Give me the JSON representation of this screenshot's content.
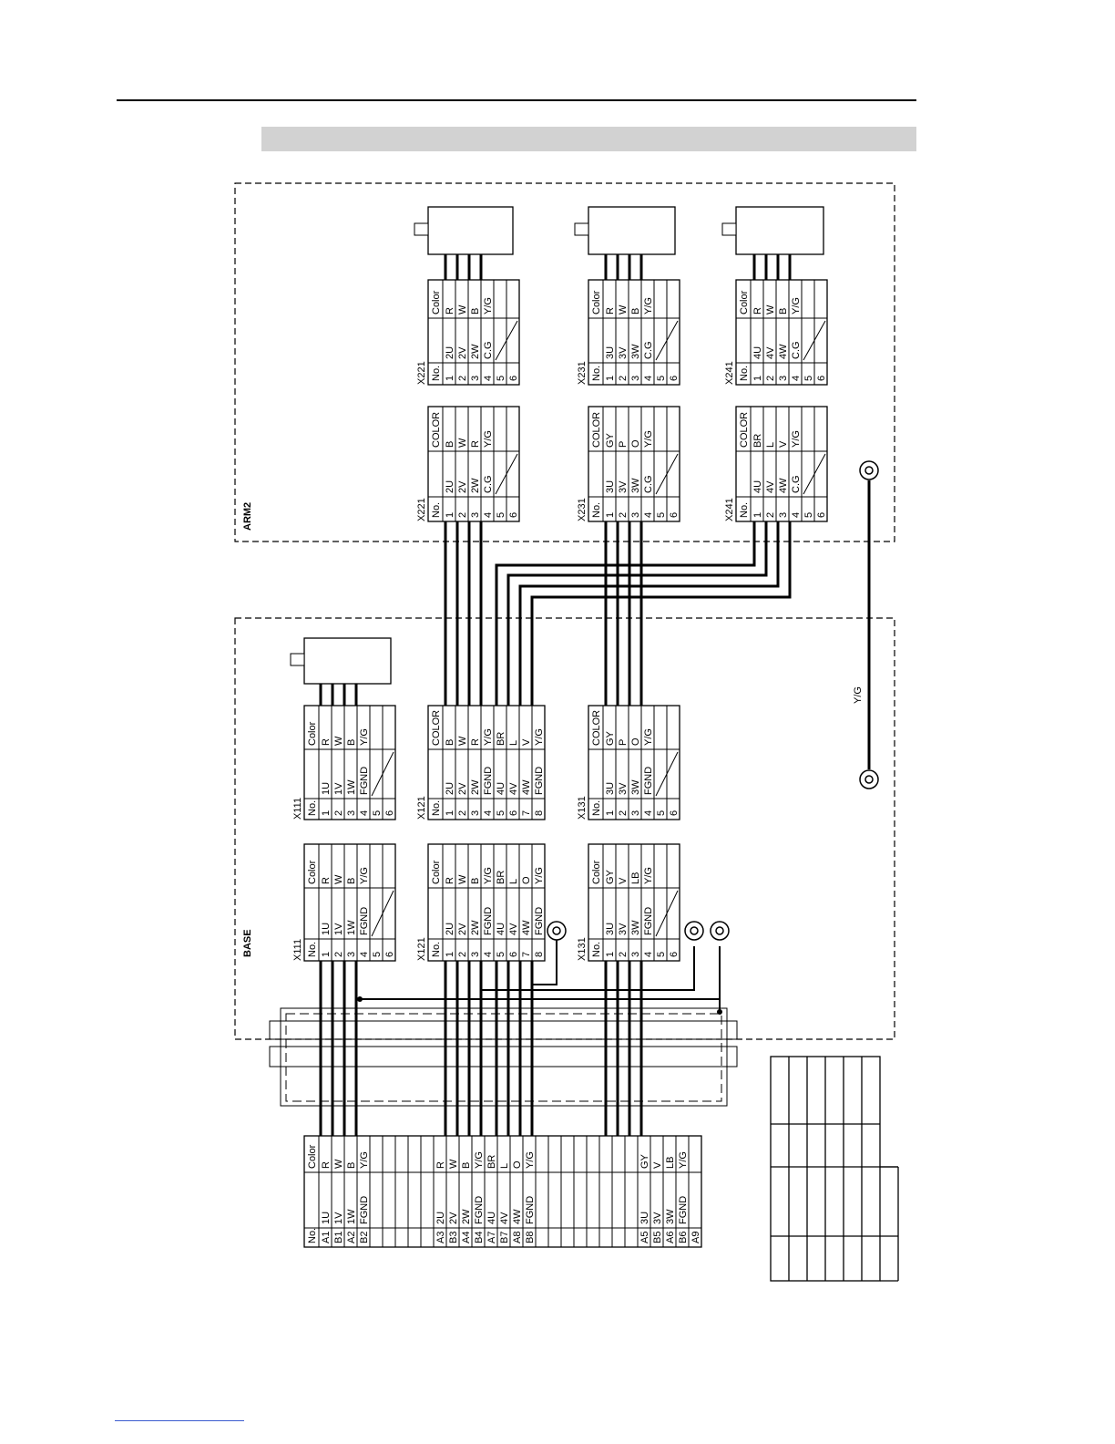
{
  "regions": {
    "arm2": "ARM2",
    "base": "BASE"
  },
  "ground_wire_label": "Y/G",
  "tables": [
    {
      "id": "x221-motor",
      "label": "X221",
      "header": [
        "No.",
        "",
        "Color"
      ],
      "rows": [
        [
          "1",
          "2U",
          "R"
        ],
        [
          "2",
          "2V",
          "W"
        ],
        [
          "3",
          "2W",
          "B"
        ],
        [
          "4",
          "C.G",
          "Y/G"
        ],
        [
          "5",
          "",
          ""
        ],
        [
          "6",
          "",
          ""
        ]
      ]
    },
    {
      "id": "x221-harness",
      "label": "X221",
      "header": [
        "No.",
        "",
        "COLOR"
      ],
      "rows": [
        [
          "1",
          "2U",
          "B"
        ],
        [
          "2",
          "2V",
          "W"
        ],
        [
          "3",
          "2W",
          "R"
        ],
        [
          "4",
          "C.G",
          "Y/G"
        ],
        [
          "5",
          "",
          ""
        ],
        [
          "6",
          "",
          ""
        ]
      ]
    },
    {
      "id": "x231-motor",
      "label": "X231",
      "header": [
        "No.",
        "",
        "Color"
      ],
      "rows": [
        [
          "1",
          "3U",
          "R"
        ],
        [
          "2",
          "3V",
          "W"
        ],
        [
          "3",
          "3W",
          "B"
        ],
        [
          "4",
          "C.G",
          "Y/G"
        ],
        [
          "5",
          "",
          ""
        ],
        [
          "6",
          "",
          ""
        ]
      ]
    },
    {
      "id": "x231-harness",
      "label": "X231",
      "header": [
        "No.",
        "",
        "COLOR"
      ],
      "rows": [
        [
          "1",
          "3U",
          "GY"
        ],
        [
          "2",
          "3V",
          "P"
        ],
        [
          "3",
          "3W",
          "O"
        ],
        [
          "4",
          "C.G",
          "Y/G"
        ],
        [
          "5",
          "",
          ""
        ],
        [
          "6",
          "",
          ""
        ]
      ]
    },
    {
      "id": "x241-motor",
      "label": "X241",
      "header": [
        "No.",
        "",
        "Color"
      ],
      "rows": [
        [
          "1",
          "4U",
          "R"
        ],
        [
          "2",
          "4V",
          "W"
        ],
        [
          "3",
          "4W",
          "B"
        ],
        [
          "4",
          "C.G",
          "Y/G"
        ],
        [
          "5",
          "",
          ""
        ],
        [
          "6",
          "",
          ""
        ]
      ]
    },
    {
      "id": "x241-harness",
      "label": "X241",
      "header": [
        "No.",
        "",
        "COLOR"
      ],
      "rows": [
        [
          "1",
          "4U",
          "BR"
        ],
        [
          "2",
          "4V",
          "L"
        ],
        [
          "3",
          "4W",
          "V"
        ],
        [
          "4",
          "C.G",
          "Y/G"
        ],
        [
          "5",
          "",
          ""
        ],
        [
          "6",
          "",
          ""
        ]
      ]
    },
    {
      "id": "x111-motor",
      "label": "X111",
      "header": [
        "No.",
        "",
        "Color"
      ],
      "rows": [
        [
          "1",
          "1U",
          "R"
        ],
        [
          "2",
          "1V",
          "W"
        ],
        [
          "3",
          "1W",
          "B"
        ],
        [
          "4",
          "FGND",
          "Y/G"
        ],
        [
          "5",
          "",
          ""
        ],
        [
          "6",
          "",
          ""
        ]
      ]
    },
    {
      "id": "x121-upper",
      "label": "X121",
      "header": [
        "No.",
        "",
        "COLOR"
      ],
      "rows": [
        [
          "1",
          "2U",
          "B"
        ],
        [
          "2",
          "2V",
          "W"
        ],
        [
          "3",
          "2W",
          "R"
        ],
        [
          "4",
          "FGND",
          "Y/G"
        ],
        [
          "5",
          "4U",
          "BR"
        ],
        [
          "6",
          "4V",
          "L"
        ],
        [
          "7",
          "4W",
          "V"
        ],
        [
          "8",
          "FGND",
          "Y/G"
        ]
      ]
    },
    {
      "id": "x131-upper",
      "label": "X131",
      "header": [
        "No.",
        "",
        "COLOR"
      ],
      "rows": [
        [
          "1",
          "3U",
          "GY"
        ],
        [
          "2",
          "3V",
          "P"
        ],
        [
          "3",
          "3W",
          "O"
        ],
        [
          "4",
          "FGND",
          "Y/G"
        ],
        [
          "5",
          "",
          ""
        ],
        [
          "6",
          "",
          ""
        ]
      ]
    },
    {
      "id": "x111-lower",
      "label": "X111",
      "header": [
        "No.",
        "",
        "Color"
      ],
      "rows": [
        [
          "1",
          "1U",
          "R"
        ],
        [
          "2",
          "1V",
          "W"
        ],
        [
          "3",
          "1W",
          "B"
        ],
        [
          "4",
          "FGND",
          "Y/G"
        ],
        [
          "5",
          "",
          ""
        ],
        [
          "6",
          "",
          ""
        ]
      ]
    },
    {
      "id": "x121-lower",
      "label": "X121",
      "header": [
        "No.",
        "",
        "Color"
      ],
      "rows": [
        [
          "1",
          "2U",
          "R"
        ],
        [
          "2",
          "2V",
          "W"
        ],
        [
          "3",
          "2W",
          "B"
        ],
        [
          "4",
          "FGND",
          "Y/G"
        ],
        [
          "5",
          "4U",
          "BR"
        ],
        [
          "6",
          "4V",
          "L"
        ],
        [
          "7",
          "4W",
          "O"
        ],
        [
          "8",
          "FGND",
          "Y/G"
        ]
      ]
    },
    {
      "id": "x131-lower",
      "label": "X131",
      "header": [
        "No.",
        "",
        "Color"
      ],
      "rows": [
        [
          "1",
          "3U",
          "GY"
        ],
        [
          "2",
          "3V",
          "V"
        ],
        [
          "3",
          "3W",
          "LB"
        ],
        [
          "4",
          "FGND",
          "Y/G"
        ],
        [
          "5",
          "",
          ""
        ],
        [
          "6",
          "",
          ""
        ]
      ]
    },
    {
      "id": "bottom-connector",
      "label": "",
      "header": [
        "No.",
        "",
        "Color"
      ],
      "rows": [
        [
          "A1",
          "1U",
          "R"
        ],
        [
          "B1",
          "1V",
          "W"
        ],
        [
          "A2",
          "1W",
          "B"
        ],
        [
          "B2",
          "FGND",
          "Y/G"
        ],
        [
          "",
          "",
          ""
        ],
        [
          "",
          "",
          ""
        ],
        [
          "",
          "",
          ""
        ],
        [
          "",
          "",
          ""
        ],
        [
          "",
          "",
          ""
        ],
        [
          "A3",
          "2U",
          "R"
        ],
        [
          "B3",
          "2V",
          "W"
        ],
        [
          "A4",
          "2W",
          "B"
        ],
        [
          "B4",
          "FGND",
          "Y/G"
        ],
        [
          "A7",
          "4U",
          "BR"
        ],
        [
          "B7",
          "4V",
          "L"
        ],
        [
          "A8",
          "4W",
          "O"
        ],
        [
          "B8",
          "FGND",
          "Y/G"
        ],
        [
          "",
          "",
          ""
        ],
        [
          "",
          "",
          ""
        ],
        [
          "",
          "",
          ""
        ],
        [
          "",
          "",
          ""
        ],
        [
          "",
          "",
          ""
        ],
        [
          "",
          "",
          ""
        ],
        [
          "",
          "",
          ""
        ],
        [
          "",
          "",
          ""
        ],
        [
          "A5",
          "3U",
          "GY"
        ],
        [
          "B5",
          "3V",
          "V"
        ],
        [
          "A6",
          "3W",
          "LB"
        ],
        [
          "B6",
          "FGND",
          "Y/G"
        ],
        [
          "A9",
          "",
          ""
        ]
      ]
    }
  ]
}
